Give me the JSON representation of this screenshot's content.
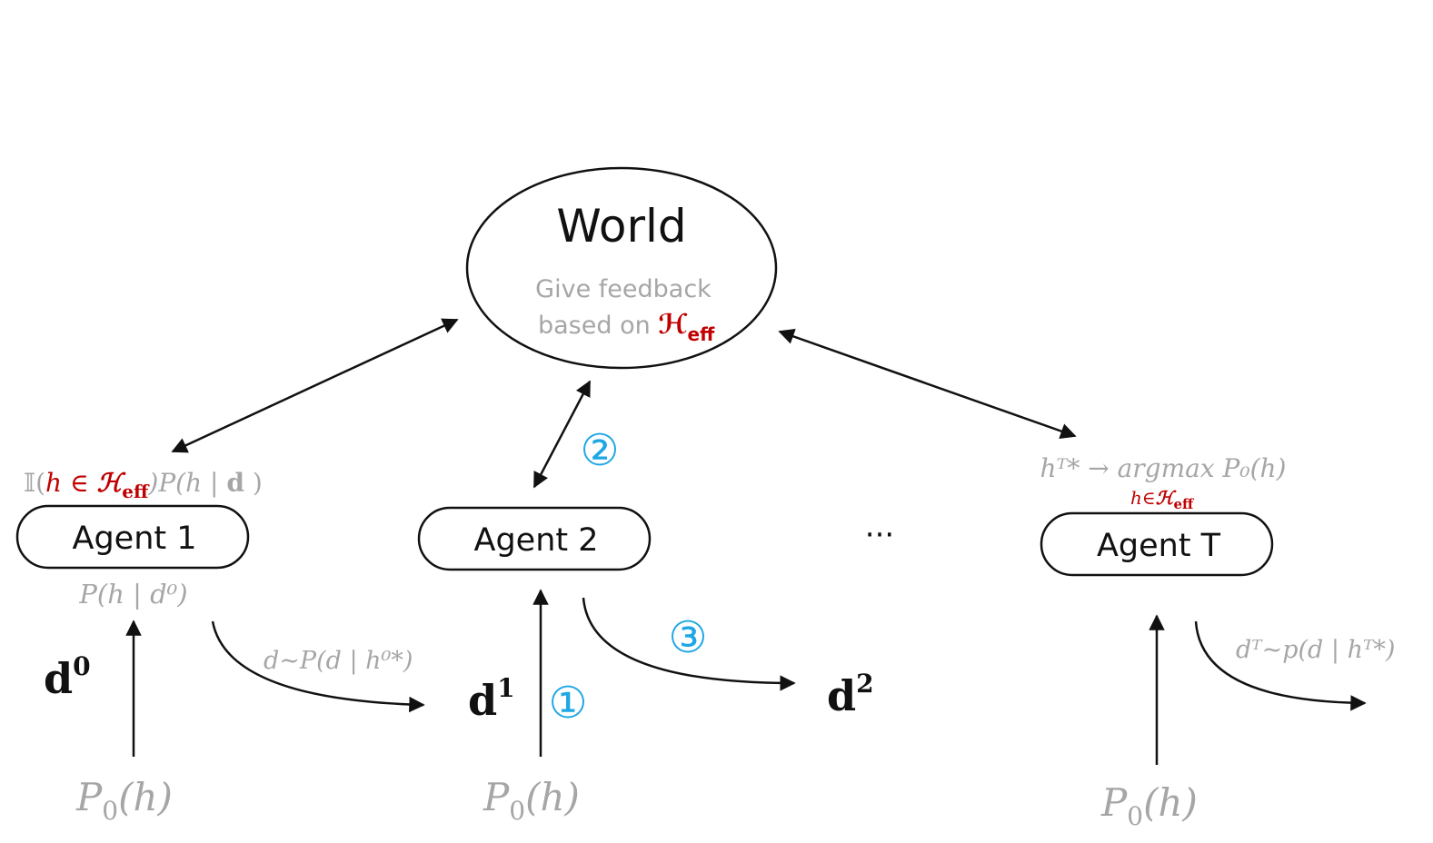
{
  "world": {
    "title": "World",
    "feedback_line1": "Give feedback",
    "feedback_line2_prefix": "based on ",
    "h_eff_symbol": "ℋ",
    "h_eff_subscript": "eff"
  },
  "agents": [
    {
      "label": "Agent 1"
    },
    {
      "label": "Agent 2"
    },
    {
      "label": "Agent T"
    }
  ],
  "ellipsis": "···",
  "annotations": {
    "agent1_top_prefix": "𝕀(",
    "agent1_top_h": "h",
    "agent1_top_in": " ∈ ",
    "agent1_top_suffix": ")P(h | ",
    "agent1_top_d": "d",
    "agent1_top_close": " )",
    "agent1_bottom": "P(h | d⁰)",
    "agentT_top": "hᵀ* → argmax P₀(h)",
    "agentT_under": "h∈",
    "agentT_under_sym": "ℋ",
    "agentT_under_sub": "eff"
  },
  "data_labels": {
    "d0": "d",
    "d0_sup": "0",
    "d1": "d",
    "d1_sup": "1",
    "d2": "d",
    "d2_sup": "2"
  },
  "edge_labels": {
    "agent1_sample": "d~P(d | h⁰*)",
    "agentT_sample": "dᵀ~p(d | hᵀ*)"
  },
  "priors": {
    "p0": "P",
    "p0_sub": "0",
    "p0_arg": "(h)"
  },
  "steps": {
    "step1": "①",
    "step2": "②",
    "step3": "③"
  }
}
